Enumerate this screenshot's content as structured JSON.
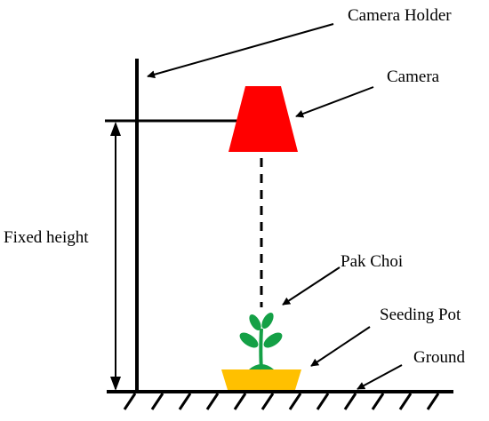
{
  "diagram": {
    "labels": {
      "camera_holder": "Camera Holder",
      "camera": "Camera",
      "fixed_height": "Fixed height",
      "pak_choi": "Pak Choi",
      "seeding_pot": "Seeding Pot",
      "ground": "Ground"
    },
    "colors": {
      "camera": "#ff0000",
      "pot": "#ffc000",
      "plant": "#14a046",
      "line": "#000000"
    },
    "icons": {
      "camera": "camera-icon",
      "plant": "pak-choi-plant-icon",
      "pot": "seeding-pot-icon"
    }
  }
}
